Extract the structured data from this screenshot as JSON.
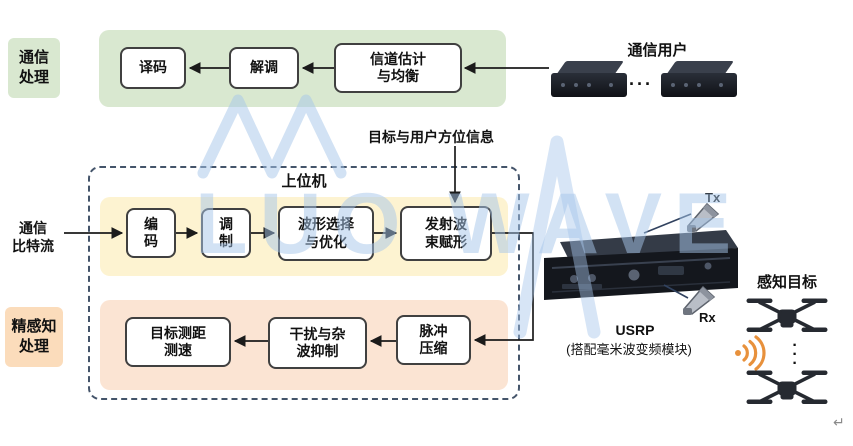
{
  "watermark": {
    "text": "LUO WAVE",
    "color": "#a6c6ea"
  },
  "side_labels": {
    "comm_processing": "通信\n处理",
    "sensing_processing": "精感知\n处理"
  },
  "host": {
    "title": "上位机"
  },
  "io": {
    "comm_bitstream": "通信\n比特流",
    "azimuth_info": "目标与用户方位信息"
  },
  "rx_chain": {
    "decode": "译码",
    "demod": "解调",
    "channel_est": "信道估计\n与均衡"
  },
  "tx_chain": {
    "encode": "编\n码",
    "modulate": "调\n制",
    "waveform": "波形选择\n与优化",
    "beamform": "发射波\n束赋形"
  },
  "sensing_chain": {
    "ranging": "目标测距\n测速",
    "clutter": "干扰与杂\n波抑制",
    "pulse": "脉冲\n压缩"
  },
  "right": {
    "comm_users": "通信用户",
    "users_ellipsis": "···",
    "tx": "Tx",
    "rx": "Rx",
    "usrp": "USRP",
    "usrp_note": "(搭配毫米波变频模块)",
    "sensing_target": "感知目标",
    "target_ellipsis": "·\n·\n·"
  },
  "icons": {
    "tx_antenna": "horn-antenna-icon",
    "rx_antenna": "horn-antenna-icon",
    "signal": "radar-signal-icon",
    "target": "drone-icon",
    "user_device": "modem-device-icon",
    "watermark_wave": "wave-logo-icon"
  },
  "colors": {
    "comm_band": "#d9e8d0",
    "tx_band": "#fdf3d1",
    "sensing_band": "#fbe4d3",
    "sensing_label_bg": "#fbdcbb",
    "dashed_border": "#44546a",
    "signal_orange": "#e8913c",
    "watermark_blue": "#a6c6ea"
  },
  "misc": {
    "return_mark": "↵"
  }
}
